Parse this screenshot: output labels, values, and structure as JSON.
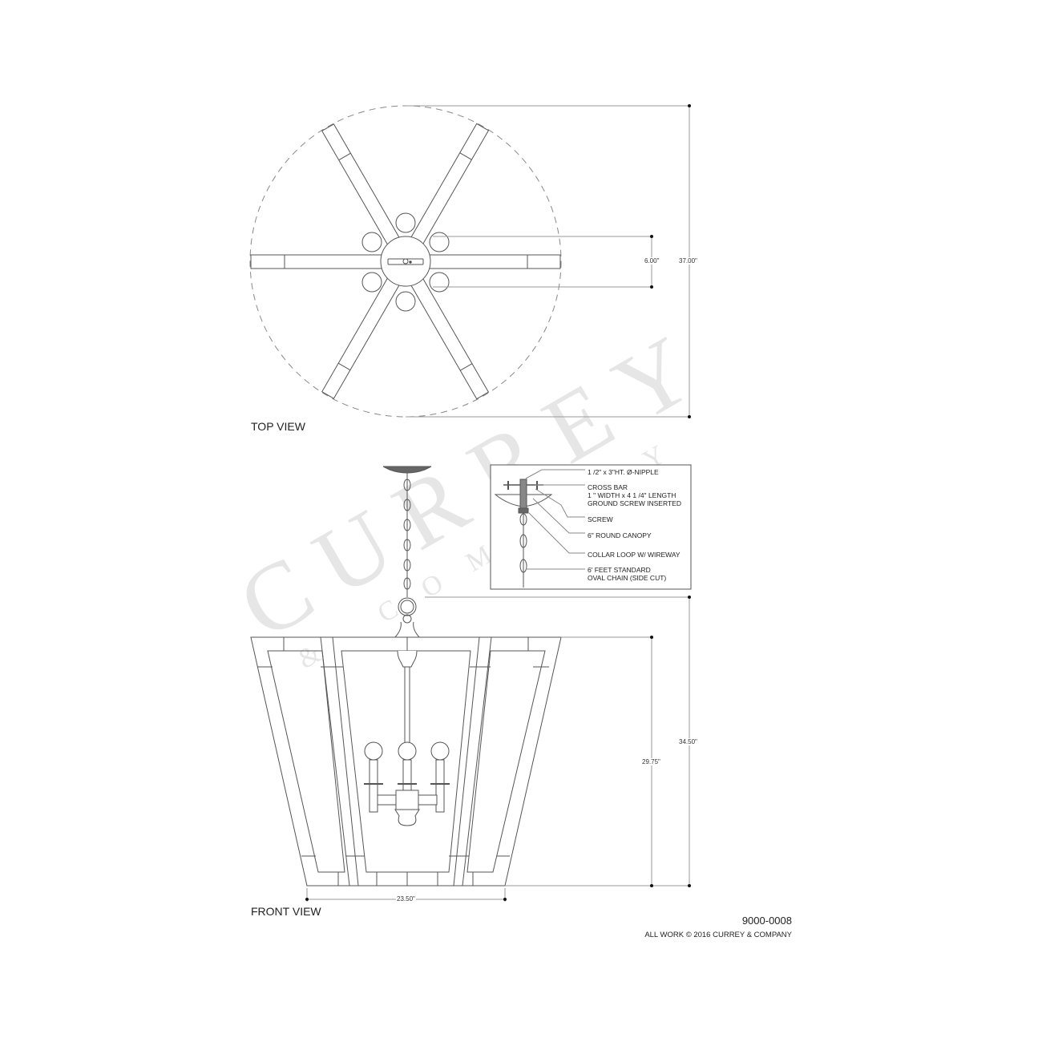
{
  "top_view": {
    "label": "TOP VIEW",
    "dimensions": {
      "canopy_diameter": "6.00\"",
      "overall_diameter": "37.00\""
    }
  },
  "front_view": {
    "label": "FRONT VIEW",
    "dimensions": {
      "bottom_width": "23.50\"",
      "body_height": "29.75\"",
      "overall_height": "34.50\""
    }
  },
  "detail_callouts": [
    {
      "line1": "1 /2\" x 3\"HT. Ø-NIPPLE",
      "line2": "",
      "line3": ""
    },
    {
      "line1": "CROSS BAR",
      "line2": "1 \" WIDTH x 4 1 /4\" LENGTH",
      "line3": "GROUND SCREW INSERTED"
    },
    {
      "line1": "SCREW",
      "line2": "",
      "line3": ""
    },
    {
      "line1": "6\" ROUND CANOPY",
      "line2": "",
      "line3": ""
    },
    {
      "line1": "COLLAR LOOP W/ WIREWAY",
      "line2": "",
      "line3": ""
    },
    {
      "line1": "6' FEET STANDARD",
      "line2": "OVAL CHAIN (SIDE CUT)",
      "line3": ""
    }
  ],
  "footer": {
    "part_number": "9000-0008",
    "copyright": "ALL WORK © 2016 CURREY & COMPANY"
  },
  "watermark": {
    "brand": "CURREY",
    "sub": "& COMPANY"
  },
  "colors": {
    "line": "#555555",
    "dim_line": "#888888",
    "watermark": "#e4e4e4"
  }
}
